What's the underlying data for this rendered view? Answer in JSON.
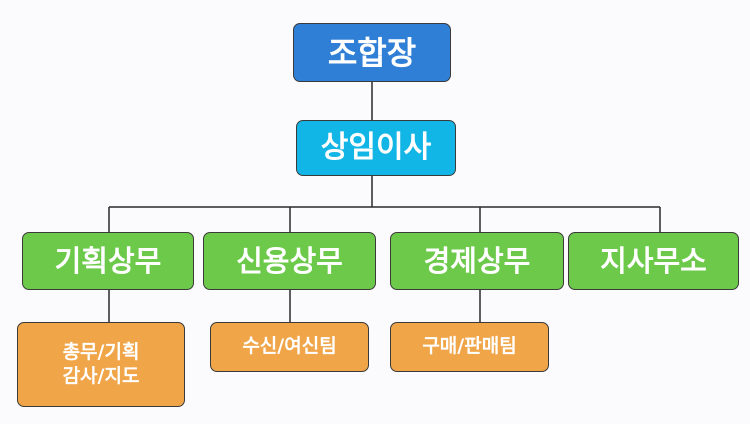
{
  "chart": {
    "root": "조합장",
    "executive": "상임이사",
    "departments": [
      "기획상무",
      "신용상무",
      "경제상무",
      "지사무소"
    ],
    "teams": {
      "planning": [
        "총무/기획",
        "감사/지도"
      ],
      "credit": [
        "수신/여신팀"
      ],
      "economy": [
        "구매/판매팀"
      ]
    }
  },
  "colors": {
    "root": "#2f7fd6",
    "executive": "#12b6e6",
    "department": "#6cc94a",
    "team": "#f0a549",
    "line": "#2a2a2a",
    "background": "#fbfbfd"
  }
}
